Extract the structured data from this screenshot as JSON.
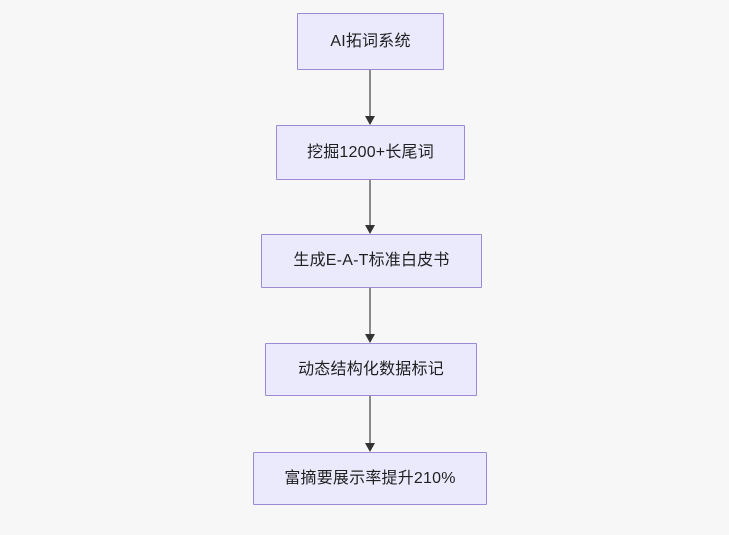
{
  "diagram": {
    "type": "flowchart",
    "direction": "top-to-bottom",
    "background_color": "#f7f7f8",
    "node_fill_color": "#ebe9fc",
    "node_border_color": "#9d8ad4",
    "node_text_color": "#1f2020",
    "connector_color": "#8a8a8a",
    "arrowhead_color": "#333333",
    "nodes": [
      {
        "id": "n0",
        "label": "AI拓词系统"
      },
      {
        "id": "n1",
        "label": "挖掘1200+长尾词"
      },
      {
        "id": "n2",
        "label": "生成E-A-T标准白皮书"
      },
      {
        "id": "n3",
        "label": "动态结构化数据标记"
      },
      {
        "id": "n4",
        "label": "富摘要展示率提升210%"
      }
    ],
    "edges": [
      {
        "from": "n0",
        "to": "n1",
        "label": ""
      },
      {
        "from": "n1",
        "to": "n2",
        "label": ""
      },
      {
        "from": "n2",
        "to": "n3",
        "label": ""
      },
      {
        "from": "n3",
        "to": "n4",
        "label": ""
      }
    ]
  }
}
